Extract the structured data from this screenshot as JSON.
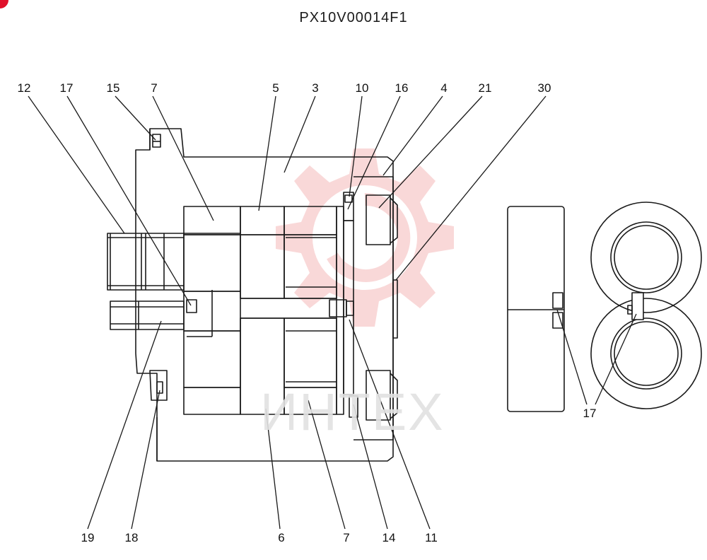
{
  "diagram": {
    "title": "PX10V00014F1",
    "watermark_text": "ИНТЕХ",
    "callouts": {
      "c12": "12",
      "c17a": "17",
      "c15": "15",
      "c7a": "7",
      "c5": "5",
      "c3": "3",
      "c10": "10",
      "c16": "16",
      "c4": "4",
      "c21": "21",
      "c30": "30",
      "c17b": "17",
      "c19": "19",
      "c18": "18",
      "c6": "6",
      "c7b": "7",
      "c14": "14",
      "c11": "11"
    }
  }
}
